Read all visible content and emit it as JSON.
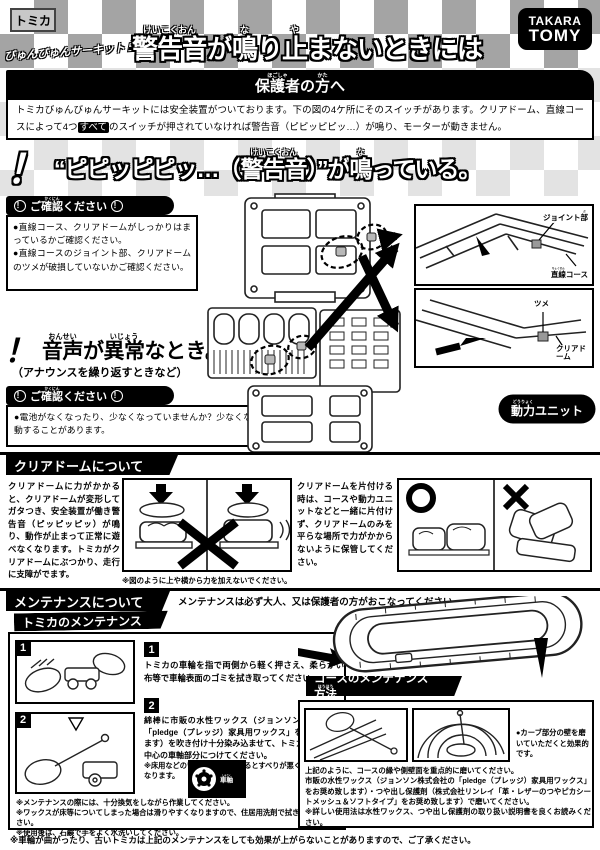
{
  "colors": {
    "paper": "#ffffff",
    "ink": "#000000",
    "checker_dark": "#a4a4a4",
    "checker_light": "#e3e3e3"
  },
  "header": {
    "tomica_logo": "トミカ",
    "brand_logo": "びゅんびゅんサーキット",
    "title_html": "<ruby>警告音<rt>けいこくおん</rt></ruby>が<ruby>鳴<rt>な</rt></ruby>り<ruby>止<rt>や</rt></ruby>まないときには",
    "takara": "TAKARA",
    "tomy": "TOMY"
  },
  "guardian": {
    "heading_html": "<ruby>保護者<rt>ほごしゃ</rt></ruby>の<ruby>方<rt>かた</rt></ruby>へ",
    "body_1": "トミカびゅんびゅんサーキットには安全装置がついております。下の図の4ケ所にそのスイッチがあります。クリアドーム、直線コースによって4つ",
    "body_highlight": "すべて",
    "body_2": "のスイッチが押されていなければ警告音（ピピッピピッ…）が鳴り、モーターが動きません。"
  },
  "common": {
    "bang": "！",
    "check_icon": "！",
    "check_title_html": "ご<ruby>確認<rt>かくにん</rt></ruby>ください"
  },
  "alarm": {
    "heading_html": "“ピピッピピッ…（<ruby>警告音<rt>けいこくおん</rt></ruby>）”が<ruby>鳴<rt>な</rt></ruby>っている。",
    "bullets": [
      "●直線コース、クリアドームがしっかりはまっているかご確認ください。",
      "●直線コースのジョイント部、クリアドームのツメが破損していないかご確認ください。"
    ]
  },
  "voice": {
    "heading_html": "<ruby>音声<rt>おんせい</rt></ruby>が<ruby>異常<rt>いじょう</rt></ruby>なとき。",
    "sub": "（アナウンスを繰り返すときなど）",
    "bullets": [
      "●電池がなくなったり、少なくなっていませんか？少なくなると誤作動することがあります。"
    ]
  },
  "diagram": {
    "joint_label_html": "ジョイント<ruby>部<rt>ぶ</rt></ruby>",
    "straight_label_html": "<ruby>直線<rt>ちょくせん</rt></ruby>コース",
    "claw_label": "ツメ",
    "dome_label": "クリアドーム",
    "unit_badge_html": "<ruby>動力<rt>どうりょく</rt></ruby>ユニット"
  },
  "dome": {
    "title": "クリアドームについて",
    "left_text": "クリアドームに力がかかると、クリアドームが変形してガタつき、安全装置が働き警告音（ピッピッピッ）が鳴り、動作が止まって正常に遊べなくなります。トミカがクリアドームにぶつかり、走行に支障がでます。",
    "caution": "※図のように上や横から力を加えないでください。",
    "right_text": "クリアドームを片付ける時は、コースや動力ユニットなどと一緒に片付けず、クリアドームのみを平らな場所で力がかからないように保管してください。"
  },
  "maintenance": {
    "title": "メンテナンスについて",
    "note": "メンテナンスは必ず大人、又は保護者の方がおこなってください。",
    "tomica_title": "トミカのメンテナンス",
    "step1_num": "1",
    "step1_text": "トミカの車輪を指で両側から軽く押さえ、柔らかい布等で車輪表面のゴミを拭き取ってください。",
    "step2_num": "2",
    "step2_text": "綿棒に市販の水性ワックス（ジョンソン株式会社の「pledge（プレッジ）家具用ワックス」をお奨め致します）を吹き付け十分染み込ませて、トミカのホイール中心の車軸部分につけてください。",
    "step2_note": "※床用などのワックスを使用するとすべりが悪くなります。",
    "wheel_label_html": "<ruby>車軸<rt>しゃじく</rt></ruby>",
    "notes": [
      "※メンテナンスの際には、十分換気をしながら作業してください。",
      "※ワックスが床等についてしまった場合は滑りやすくなりますので、住居用洗剤で拭き取ってください。",
      "※使用後は、石鹸で手をよく水洗いしてください。"
    ]
  },
  "course": {
    "title_html": "コースのメンテナンス<ruby>方法<rt>ほうほう</rt></ruby>",
    "curve_note": "●カーブ部分の壁を磨いていただくと効果的です。",
    "body1": "上記のように、コースの縁や側壁面を重点的に磨いてください。",
    "body2": "市販の水性ワックス（ジョンソン株式会社の「pledge（プレッジ）家具用ワックス」をお奨め致します）・つや出し保護剤（株式会社リンレイ「革・レザーのつやピカシートメッシュ＆ソフトタイプ」をお奨め致します）で磨いてください。",
    "note": "※詳しい使用法は水性ワックス、つや出し保護剤の取り扱い説明書を良くお読みください。"
  },
  "footer": {
    "note": "※車輪が曲がったり、古いトミカは上記のメンテナンスをしても効果が上がらないことがありますので、ご了承ください。"
  }
}
